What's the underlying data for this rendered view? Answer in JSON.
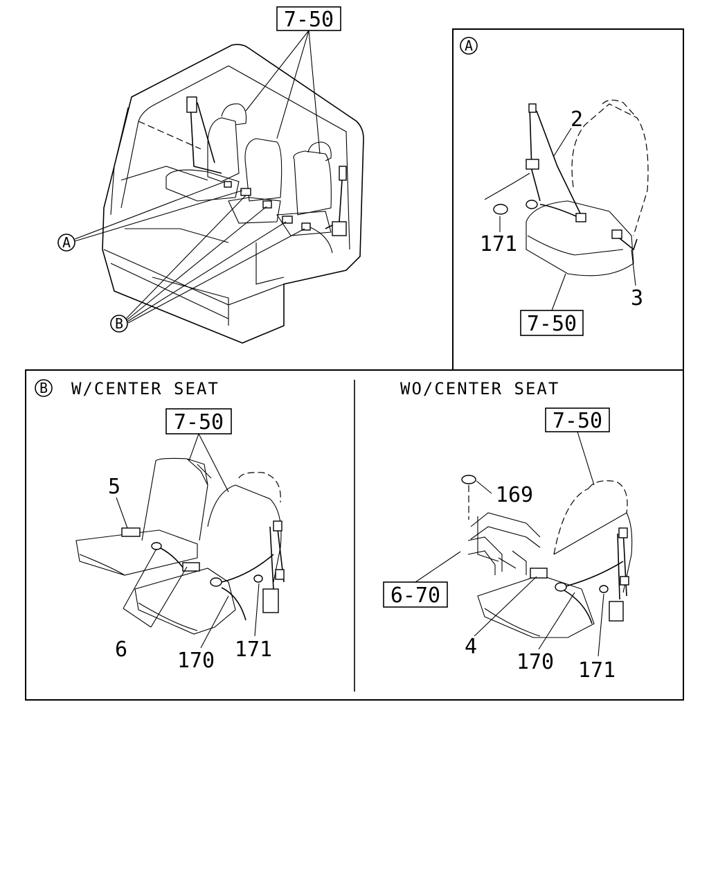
{
  "diagram": {
    "ref_labels": {
      "top_main": "7-50",
      "panel_a": "7-50",
      "panel_b_left": "7-50",
      "panel_b_right": "7-50",
      "panel_b_right_floor": "6-70"
    },
    "callout_markers": {
      "a": "A",
      "b": "B"
    },
    "panel_a": {
      "marker": "A",
      "parts": {
        "belt": "2",
        "buckle": "3",
        "anchor_bolt": "171"
      }
    },
    "panel_b": {
      "marker": "B",
      "left_title": "W/CENTER SEAT",
      "right_title": "WO/CENTER SEAT",
      "left_parts": {
        "lap_belt": "5",
        "buckles": "6",
        "belt_170": "170",
        "bolt_171": "171"
      },
      "right_parts": {
        "cap": "169",
        "buckle": "4",
        "belt_170": "170",
        "bolt_171": "171"
      }
    },
    "colors": {
      "ink": "#000000",
      "paper": "#ffffff"
    }
  }
}
